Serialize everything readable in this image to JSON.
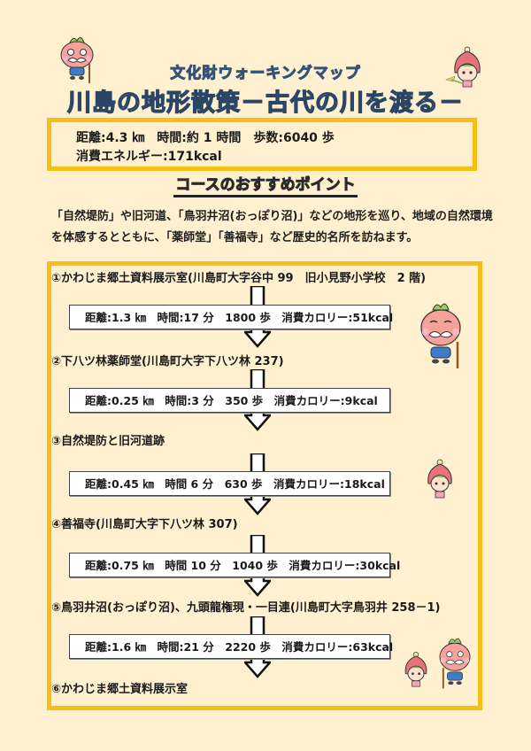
{
  "header": {
    "subtitle": "文化財ウォーキングマップ",
    "title": "川島の地形散策－古代の川を渡る－"
  },
  "summary": {
    "line1": "距離:4.3 ㎞　時間:約 1 時間　歩数:6040 歩",
    "line2": "消費エネルギー:171kcal",
    "distance": "4.3 ㎞",
    "time": "約 1 時間",
    "steps": "6040 歩",
    "energy": "171kcal"
  },
  "section": {
    "heading": "コースのおすすめポイント"
  },
  "intro": {
    "text": "「自然堤防」や旧河道、「鳥羽井沼(おっぽり沼)」などの地形を巡り、地域の自然環境を体感するとともに、「薬師堂」「善福寺」など歴史的名所を訪ねます。"
  },
  "route": {
    "stops": [
      {
        "label": "①かわじま郷土資料展示室(川島町大字谷中 99　旧小見野小学校　2 階)"
      },
      {
        "label": "②下八ツ林薬師堂(川島町大字下八ツ林 237)"
      },
      {
        "label": "③自然堤防と旧河道跡"
      },
      {
        "label": "④善福寺(川島町大字下八ツ林 307)"
      },
      {
        "label": "⑤鳥羽井沼(おっぽり沼)、九頭龍権現・一目連(川島町大字鳥羽井 258－1)"
      },
      {
        "label": "⑥かわじま郷土資料展示室"
      }
    ],
    "legs": [
      {
        "text": "距離:1.3 ㎞　時間:17 分　1800 歩　消費カロリー:51kcal",
        "distance": "1.3 ㎞",
        "time": "17 分",
        "steps": "1800 歩",
        "calories": "51kcal"
      },
      {
        "text": "距離:0.25 ㎞　時間:3 分　350 歩　消費カロリー:9kcal",
        "distance": "0.25 ㎞",
        "time": "3 分",
        "steps": "350 歩",
        "calories": "9kcal"
      },
      {
        "text": "距離:0.45 ㎞　時間 6 分　630 歩　消費カロリー:18kcal",
        "distance": "0.45 ㎞",
        "time": "6 分",
        "steps": "630 歩",
        "calories": "18kcal"
      },
      {
        "text": "距離:0.75 ㎞　時間 10 分　1040 歩　消費カロリー:30kcal",
        "distance": "0.75 ㎞",
        "time": "10 分",
        "steps": "1040 歩",
        "calories": "30kcal"
      },
      {
        "text": "距離:1.6 ㎞　時間:21 分　2220 歩　消費カロリー:63kcal",
        "distance": "1.6 ㎞",
        "time": "21 分",
        "steps": "2220 歩",
        "calories": "63kcal"
      }
    ]
  },
  "colors": {
    "background": "#fff1d0",
    "border_accent": "#f9be14",
    "title_fill": "#9ec3ea",
    "heading_fill": "#ffe600"
  },
  "icons": [
    "old-man-mascot-icon",
    "girl-mascot-icon",
    "down-arrow-icon"
  ]
}
